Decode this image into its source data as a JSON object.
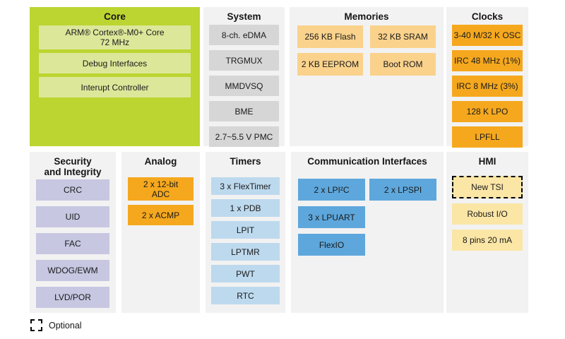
{
  "colors": {
    "panel_bg": "#F2F2F2",
    "core_bg": "#BCD531",
    "core_block": "#DCE79A",
    "system_block": "#D6D6D6",
    "memory_block": "#FAD28C",
    "clock_block": "#F5A81E",
    "security_block": "#C7C7E2",
    "analog_block": "#F5A81E",
    "timer_block": "#BDD9EE",
    "comm_block": "#5EA7DC",
    "hmi_block": "#FBE6A6"
  },
  "panels": {
    "core": {
      "title": "Core",
      "blocks": [
        "ARM® Cortex®-M0+ Core\n72 MHz",
        "Debug Interfaces",
        "Interupt Controller"
      ]
    },
    "system": {
      "title": "System",
      "blocks": [
        "8-ch. eDMA",
        "TRGMUX",
        "MMDVSQ",
        "BME",
        "2.7~5.5 V PMC"
      ]
    },
    "memories": {
      "title": "Memories",
      "blocks": [
        "256 KB Flash",
        "32 KB SRAM",
        "2 KB EEPROM",
        "Boot ROM"
      ]
    },
    "clocks": {
      "title": "Clocks",
      "blocks": [
        "3-40 M/32 K OSC",
        "IRC 48 MHz (1%)",
        "IRC 8 MHz (3%)",
        "128 K LPO",
        "LPFLL"
      ]
    },
    "security": {
      "title": "Security\nand Integrity",
      "blocks": [
        "CRC",
        "UID",
        "FAC",
        "WDOG/EWM",
        "LVD/POR"
      ]
    },
    "analog": {
      "title": "Analog",
      "blocks": [
        "2 x 12-bit\nADC",
        "2 x ACMP"
      ]
    },
    "timers": {
      "title": "Timers",
      "blocks": [
        "3 x FlexTimer",
        "1 x PDB",
        "LPIT",
        "LPTMR",
        "PWT",
        "RTC"
      ]
    },
    "comm": {
      "title": "Communication Interfaces",
      "blocks": [
        "2 x LPI²C",
        "2 x LPSPI",
        "3 x LPUART",
        "FlexIO"
      ]
    },
    "hmi": {
      "title": "HMI",
      "blocks": [
        "New TSI",
        "Robust I/O",
        "8 pins 20 mA"
      ],
      "optional_block": "New TSI"
    }
  },
  "legend": {
    "label": "Optional"
  }
}
